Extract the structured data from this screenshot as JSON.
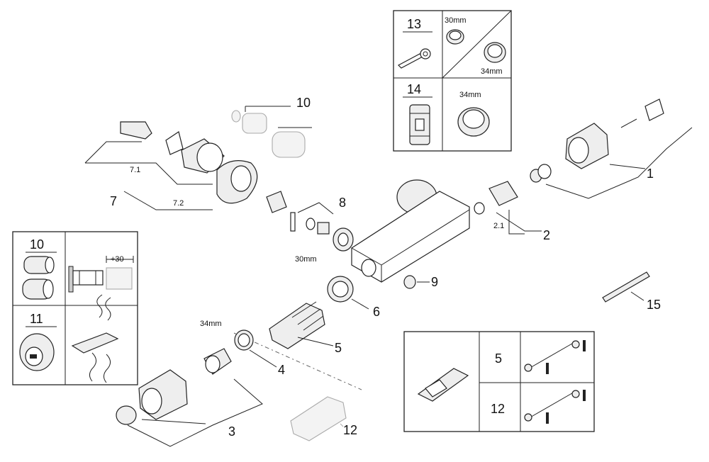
{
  "labels": {
    "p1": "1",
    "p2": "2",
    "p2_1": "2.1",
    "p3": "3",
    "p4": "4",
    "p5": "5",
    "p6": "6",
    "p7": "7",
    "p7_1": "7.1",
    "p7_2": "7.2",
    "p8": "8",
    "p9": "9",
    "p10": "10",
    "p12": "12",
    "p15": "15"
  },
  "dims": {
    "d30_a": "30mm",
    "d34_a": "34mm"
  },
  "box_tools": {
    "r13": "13",
    "r13_d1": "30mm",
    "r13_d2": "34mm",
    "r14": "14",
    "r14_d": "34mm"
  },
  "box_ext": {
    "r10": "10",
    "r10_dim": "+30",
    "r11": "11"
  },
  "box_thermo": {
    "r5": "5",
    "r12": "12"
  }
}
